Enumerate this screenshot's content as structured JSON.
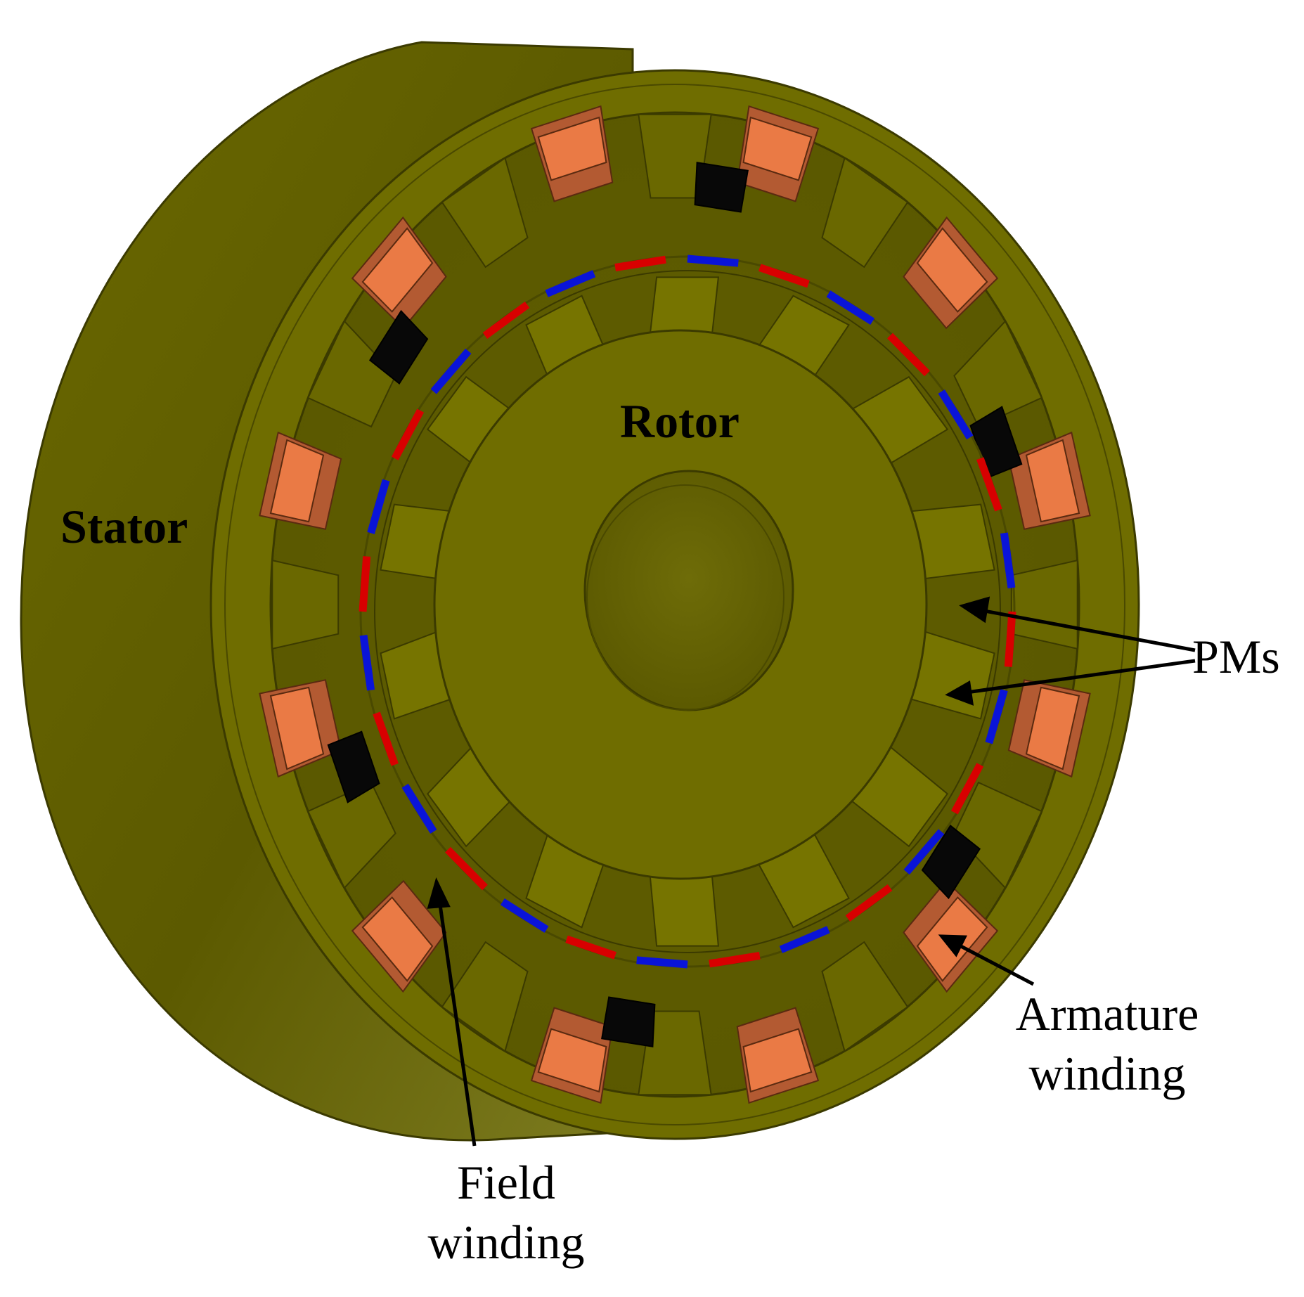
{
  "labels": {
    "stator": "Stator",
    "rotor": "Rotor",
    "pms": "PMs",
    "armature_line1": "Armature",
    "armature_line2": "winding",
    "field_line1": "Field",
    "field_line2": "winding"
  },
  "colors": {
    "iron": "#6f6d00",
    "iron_dark": "#4f4d00",
    "iron_light": "#8a8a20",
    "copper_front": "#ea7a45",
    "copper_side": "#b35a32",
    "field_coil": "#080808",
    "pm_red": "#d80000",
    "pm_dark_red": "#a00000",
    "pm_blue": "#0a14d8"
  }
}
